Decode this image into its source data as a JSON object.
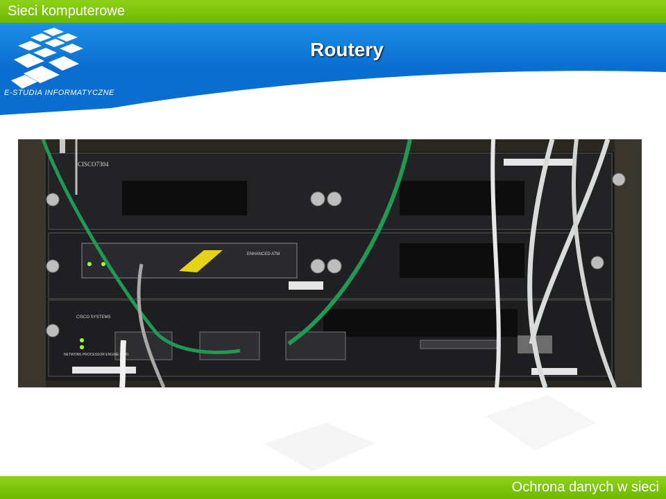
{
  "header": {
    "course": "Sieci komputerowe",
    "title": "Routery"
  },
  "logo": {
    "text": "E-STUDIA INFORMATYCZNE"
  },
  "footer": {
    "text": "Ochrona danych w sieci"
  },
  "photo": {
    "label_model": "CISCO7304",
    "label_atm": "ENHANCED ATM",
    "label_engine": "NETWORK PROCESSOR ENGINE G100",
    "label_brand": "CISCO SYSTEMS"
  },
  "colors": {
    "green": "#7cc400",
    "blue": "#0a6dd0"
  }
}
